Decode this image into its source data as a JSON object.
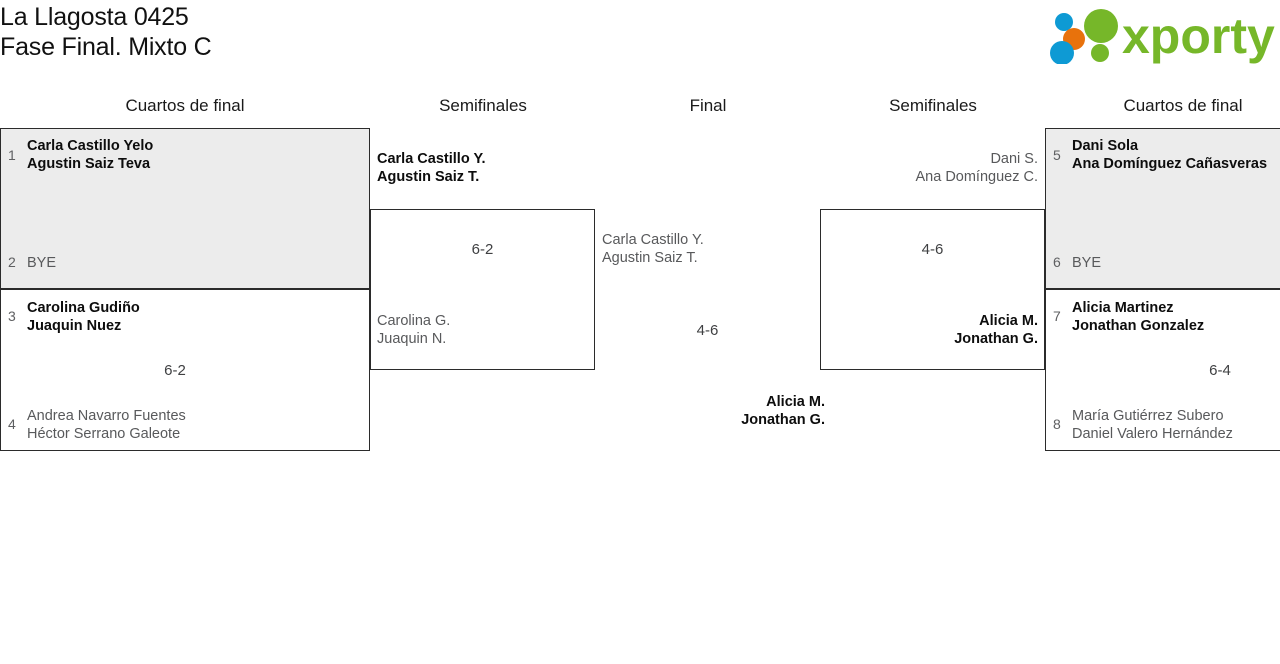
{
  "header": {
    "tournament": "La Llagosta 0425",
    "phase": "Fase Final. Mixto C",
    "logo_text": "xporty",
    "logo_colors": {
      "green": "#76b729",
      "blue": "#0e9ad4",
      "orange": "#e8720c"
    }
  },
  "rounds": [
    {
      "id": "qf-left",
      "label": "Cuartos de final"
    },
    {
      "id": "sf-left",
      "label": "Semifinales"
    },
    {
      "id": "final",
      "label": "Final"
    },
    {
      "id": "sf-right",
      "label": "Semifinales"
    },
    {
      "id": "qf-right",
      "label": "Cuartos de final"
    }
  ],
  "bracket": {
    "qf_left": [
      {
        "seed_top": "1",
        "top_line1": "Carla Castillo Yelo",
        "top_line2": "Agustin Saiz Teva",
        "seed_bottom": "2",
        "bottom_line1": "BYE",
        "bottom_line2": "",
        "score": "",
        "winner": "top",
        "bye": true
      },
      {
        "seed_top": "3",
        "top_line1": "Carolina Gudiño",
        "top_line2": "Juaquin Nuez",
        "seed_bottom": "4",
        "bottom_line1": "Andrea Navarro Fuentes",
        "bottom_line2": "Héctor Serrano Galeote",
        "score": "6-2",
        "winner": "top",
        "bye": false
      }
    ],
    "qf_right": [
      {
        "seed_top": "5",
        "top_line1": "Dani Sola",
        "top_line2": "Ana Domínguez Cañasveras",
        "seed_bottom": "6",
        "bottom_line1": "BYE",
        "bottom_line2": "",
        "score": "",
        "winner": "top",
        "bye": true
      },
      {
        "seed_top": "7",
        "top_line1": "Alicia Martinez",
        "top_line2": "Jonathan Gonzalez",
        "seed_bottom": "8",
        "bottom_line1": "María Gutiérrez Subero",
        "bottom_line2": "Daniel Valero Hernández",
        "score": "6-4",
        "winner": "top",
        "bye": false
      }
    ],
    "sf_left": {
      "top_line1": "Carla Castillo Y.",
      "top_line2": "Agustin Saiz T.",
      "bottom_line1": "Carolina G.",
      "bottom_line2": "Juaquin N.",
      "score": "6-2",
      "winner": "top"
    },
    "sf_right": {
      "top_line1": "Dani S.",
      "top_line2": "Ana Domínguez C.",
      "bottom_line1": "Alicia M.",
      "bottom_line2": "Jonathan G.",
      "score": "4-6",
      "winner": "bottom"
    },
    "final": {
      "left_line1": "Carla Castillo Y.",
      "left_line2": "Agustin Saiz T.",
      "score": "4-6",
      "champion_line1": "Alicia M.",
      "champion_line2": "Jonathan G."
    }
  }
}
